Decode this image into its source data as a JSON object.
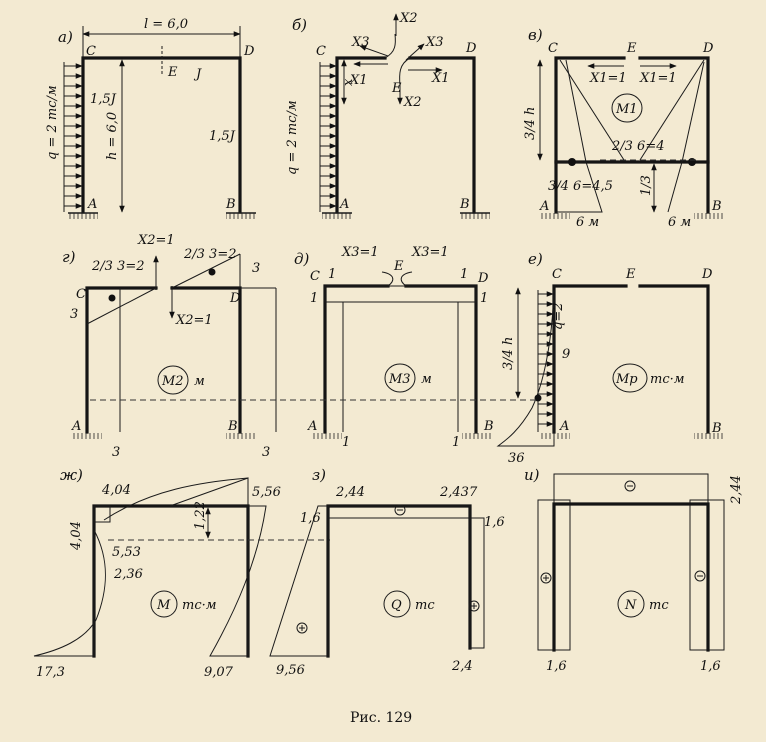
{
  "figure": {
    "caption": "Рис. 129",
    "panels": [
      {
        "letter": "а)",
        "labels": [
          "l = 6,0",
          "C",
          "D",
          "E",
          "J",
          "q = 2 тс/м",
          "1,5J",
          "h = 6,0",
          "1,5J",
          "A",
          "B"
        ]
      },
      {
        "letter": "б)",
        "labels": [
          "X2",
          "X3",
          "X3",
          "X1",
          "X1",
          "X2",
          "E",
          "C",
          "D",
          "x",
          "q = 2 тс/м",
          "A",
          "B"
        ]
      },
      {
        "letter": "в)",
        "labels": [
          "C",
          "E",
          "D",
          "X1=1",
          "X1=1",
          "M1",
          "3/4 h",
          "2/3 6=4",
          "3/4 6=4,5",
          "1/3",
          "6 м",
          "6 м",
          "A",
          "B"
        ]
      },
      {
        "letter": "г)",
        "labels": [
          "2/3 3=2",
          "X2=1",
          "2/3 3=2",
          "3",
          "C",
          "D",
          "3",
          "X2=1",
          "M2",
          "м",
          "A",
          "B",
          "3",
          "3"
        ]
      },
      {
        "letter": "д)",
        "labels": [
          "X3=1",
          "E",
          "X3=1",
          "C",
          "1",
          "1",
          "D",
          "1",
          "1",
          "M3",
          "м",
          "A",
          "B",
          "1",
          "1"
        ]
      },
      {
        "letter": "е)",
        "labels": [
          "C",
          "E",
          "D",
          "q=2",
          "9",
          "3/4 h",
          "Mp",
          "тс·м",
          "A",
          "B",
          "36"
        ]
      },
      {
        "letter": "ж)",
        "labels": [
          "4,04",
          "5,56",
          "4,04",
          "1,22",
          "5,53",
          "2,36",
          "M",
          "тс·м",
          "17,3",
          "9,07"
        ]
      },
      {
        "letter": "з)",
        "labels": [
          "2,44",
          "2,437",
          "1,6",
          "1,6",
          "Q",
          "тс",
          "9,56",
          "2,4"
        ]
      },
      {
        "letter": "и)",
        "labels": [
          "2,44",
          "N",
          "тс",
          "1,6",
          "1,6"
        ]
      }
    ]
  }
}
